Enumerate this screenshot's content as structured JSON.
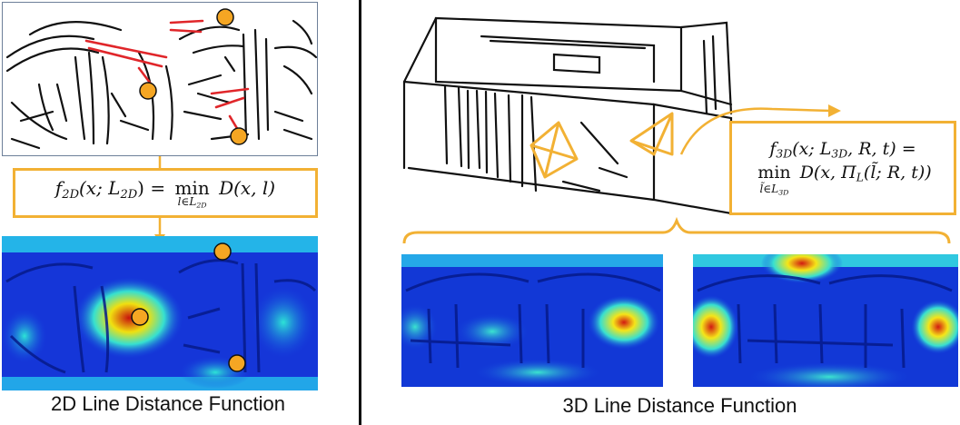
{
  "left_panel": {
    "formula": {
      "lhs": "f",
      "lhs_sub": "2D",
      "args": "(x; L",
      "args_sub": "2D",
      "args_end": ") =",
      "op": "min",
      "op_index": "l∈L",
      "op_index_sub": "2D",
      "rhs": "D(x, l)"
    },
    "caption": "2D Line Distance Function"
  },
  "right_panel": {
    "formula": {
      "line1_lhs": "f",
      "line1_sub": "3D",
      "line1_args": "(x; L",
      "line1_args_sub": "3D",
      "line1_end": ", R, t) =",
      "op": "min",
      "op_index": "l̃∈L",
      "op_index_sub": "3D",
      "rhs": "D(x, Π",
      "rhs_sub": "L",
      "rhs_end": "(l̃; R, t))"
    },
    "caption": "3D Line Distance Function"
  },
  "colors": {
    "accent": "#f2b134",
    "marker_fill": "#f5a623",
    "red_lines": "#e0262a",
    "heat_low": "#0a2bd6",
    "heat_mid": "#2ad4e0",
    "heat_high": "#d71f16"
  }
}
